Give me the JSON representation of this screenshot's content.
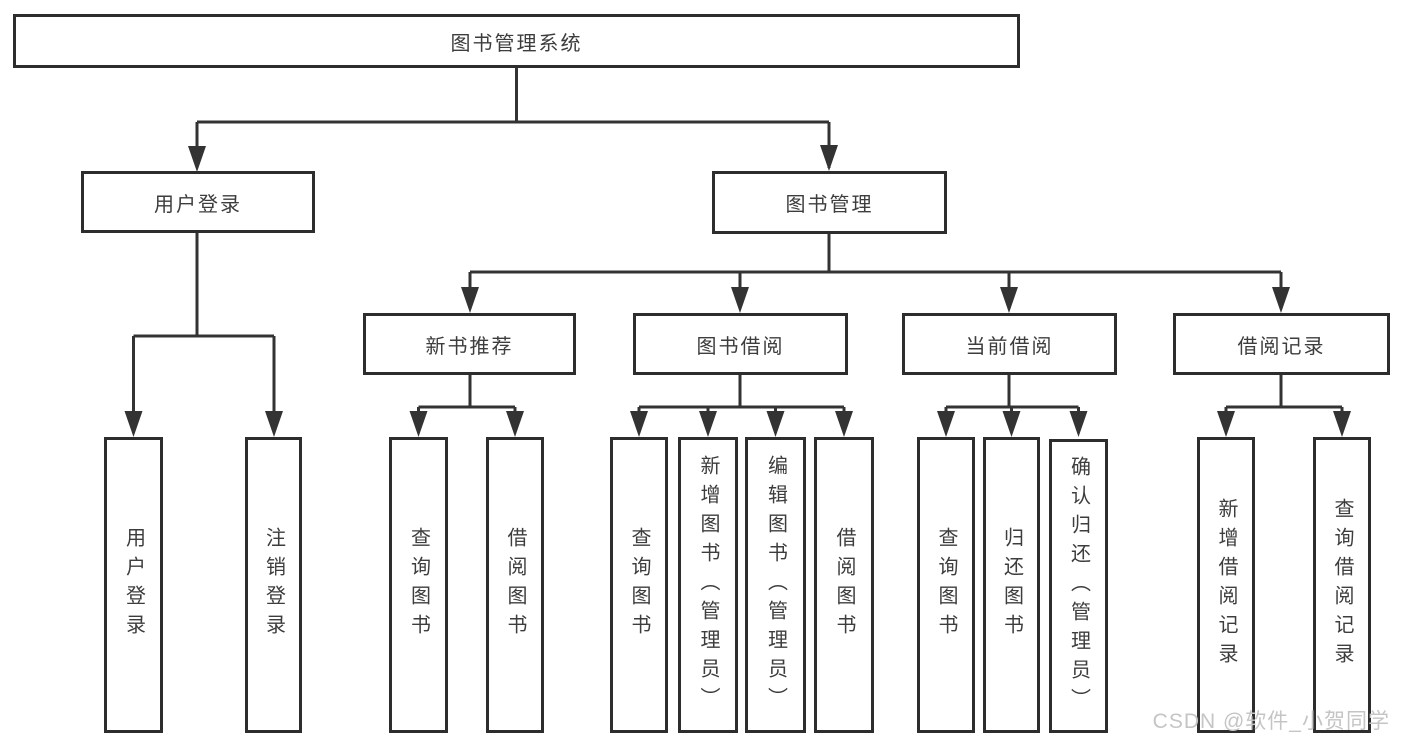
{
  "diagram": {
    "tree": {
      "root": {
        "label": "图书管理系统"
      },
      "children": [
        {
          "label": "用户登录",
          "children": [
            {
              "label": "用户登录"
            },
            {
              "label": "注销登录"
            }
          ]
        },
        {
          "label": "图书管理",
          "children": [
            {
              "label": "新书推荐",
              "children": [
                {
                  "label": "查询图书"
                },
                {
                  "label": "借阅图书"
                }
              ]
            },
            {
              "label": "图书借阅",
              "children": [
                {
                  "label": "查询图书"
                },
                {
                  "label": "新增图书（管理员）"
                },
                {
                  "label": "编辑图书（管理员）"
                },
                {
                  "label": "借阅图书"
                }
              ]
            },
            {
              "label": "当前借阅",
              "children": [
                {
                  "label": "查询图书"
                },
                {
                  "label": "归还图书"
                },
                {
                  "label": "确认归还（管理员）"
                }
              ]
            },
            {
              "label": "借阅记录",
              "children": [
                {
                  "label": "新增借阅记录"
                },
                {
                  "label": "查询借阅记录"
                }
              ]
            }
          ]
        }
      ]
    }
  },
  "watermark": {
    "text": "CSDN @软件_小贺同学"
  },
  "colors": {
    "line": "#333333",
    "box_border": "#2d2d2d",
    "text": "#3d3d3d",
    "watermark": "#c5c5c5",
    "background": "#ffffff"
  }
}
